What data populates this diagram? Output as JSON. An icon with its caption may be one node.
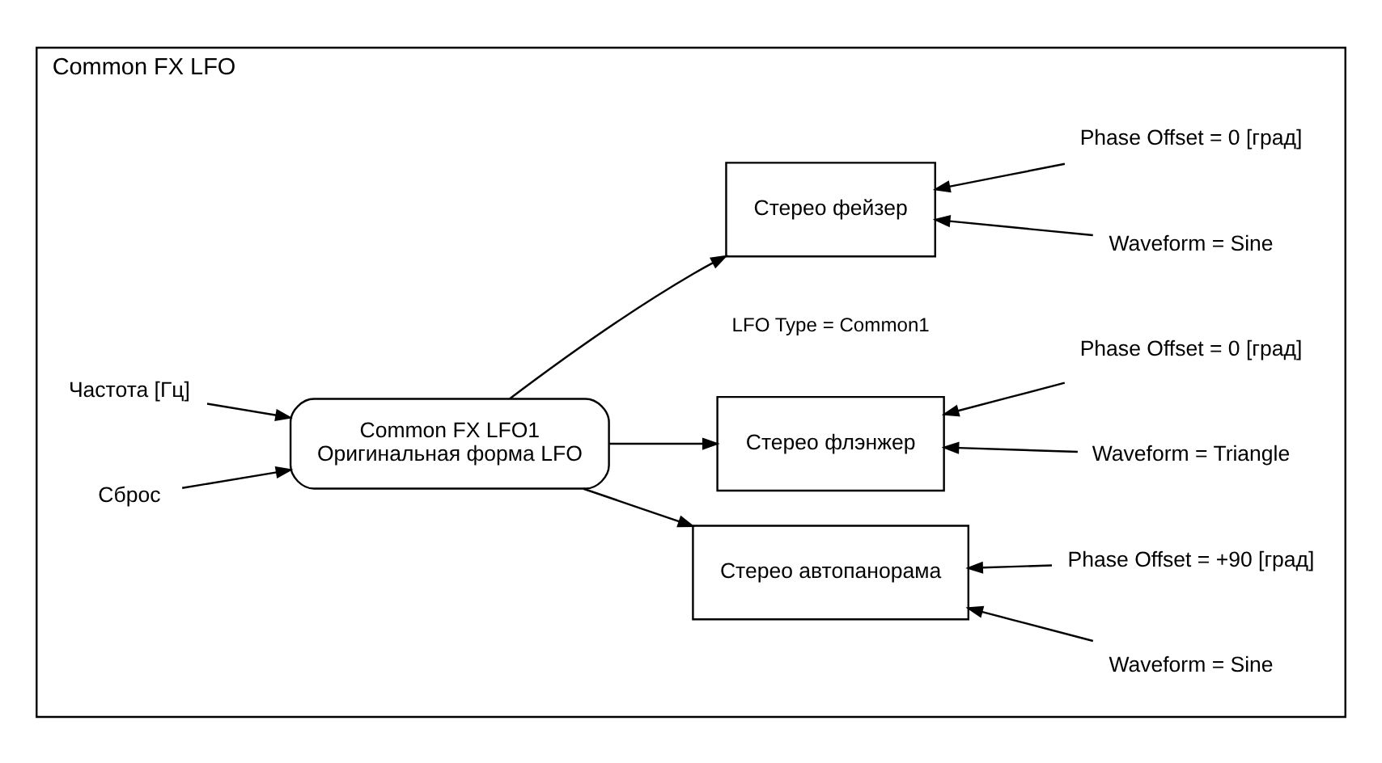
{
  "diagram": {
    "nodes": [
      {
        "text": [
          "Common FX LFO"
        ]
      },
      {
        "text": [
          "Частота [Гц]"
        ],
        "in": 0
      },
      {
        "text": [
          "Сброс"
        ],
        "in": 0
      },
      {
        "text": [
          "Common FX LFO1",
          "Оригинальная форма LFO"
        ],
        "in": 0
      },
      {
        "text": [
          "Стерео флэнжер"
        ],
        "in": 0
      },
      {
        "text": [
          "Стерео фейзер"
        ],
        "in": 0
      },
      {
        "text": [
          "Стерео автопанорама"
        ],
        "in": 0
      },
      {
        "text": [
          "Waveform = Triangle"
        ],
        "in": 0
      },
      {
        "text": [
          "Phase Offset = 0 [град]"
        ],
        "in": 0
      },
      {
        "text": [
          "Waveform = Sine"
        ],
        "in": 0
      },
      {
        "text": [
          "Phase Offset = 0 [град]"
        ],
        "in": 0
      },
      {
        "text": [
          "Waveform = Sine"
        ],
        "in": 0
      },
      {
        "text": [
          "Phase Offset = +90 [град]"
        ],
        "in": 0
      }
    ],
    "edges": [
      {
        "from": 1,
        "to": 3,
        "arrow": "to"
      },
      {
        "from": 2,
        "to": 3,
        "arrow": "to"
      },
      {
        "from": 3,
        "to": 4,
        "arrow": "to"
      },
      {
        "from": 3,
        "to": 5,
        "arrow": "to"
      },
      {
        "from": 3,
        "to": 6,
        "arrow": "to"
      },
      {
        "from": 7,
        "to": 4,
        "arrow": "to"
      },
      {
        "from": 8,
        "to": 4,
        "arrow": "to"
      },
      {
        "from": 9,
        "to": 5,
        "arrow": "to"
      },
      {
        "from": 10,
        "to": 5,
        "arrow": "to"
      },
      {
        "from": 11,
        "to": 6,
        "arrow": "to"
      },
      {
        "from": 12,
        "to": 6,
        "arrow": "to"
      }
    ],
    "labels": [
      "LFO Type = Common1"
    ]
  }
}
